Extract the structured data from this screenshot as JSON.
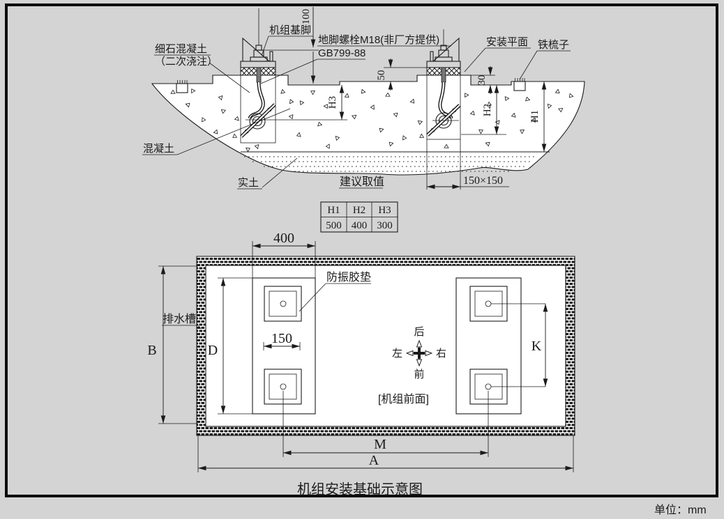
{
  "page": {
    "unit_note": "单位：mm"
  },
  "section_view": {
    "labels": {
      "dim_100": "100",
      "machine_foot": "机组基脚",
      "anchor_bolt": "地脚螺栓M18(非厂方提供)",
      "bolt_standard": "GB799-88",
      "fine_concrete_1": "细石混凝土",
      "fine_concrete_2": "（二次浇注）",
      "install_plane": "安装平面",
      "iron_comb": "铁梳子",
      "dim_50": "50",
      "dim_30": "30",
      "dim_h3": "H3",
      "dim_h2": "H2",
      "dim_h1": "H1",
      "concrete": "混凝土",
      "solid_soil": "实土",
      "recommended": "建议取值",
      "pocket_size": "150×150"
    },
    "table": {
      "headers": [
        "H1",
        "H2",
        "H3"
      ],
      "values": [
        "500",
        "400",
        "300"
      ]
    }
  },
  "plan_view": {
    "labels": {
      "dim_400": "400",
      "pad": "防振胶垫",
      "drain": "排水槽",
      "dim_b": "B",
      "dim_d": "D",
      "dim_150": "150",
      "dim_k": "K",
      "dim_m": "M",
      "dim_a": "A",
      "front_face": "[机组前面]"
    },
    "compass": {
      "rear": "后",
      "front": "前",
      "left": "左",
      "right": "右"
    },
    "title": "机组安装基础示意图"
  }
}
